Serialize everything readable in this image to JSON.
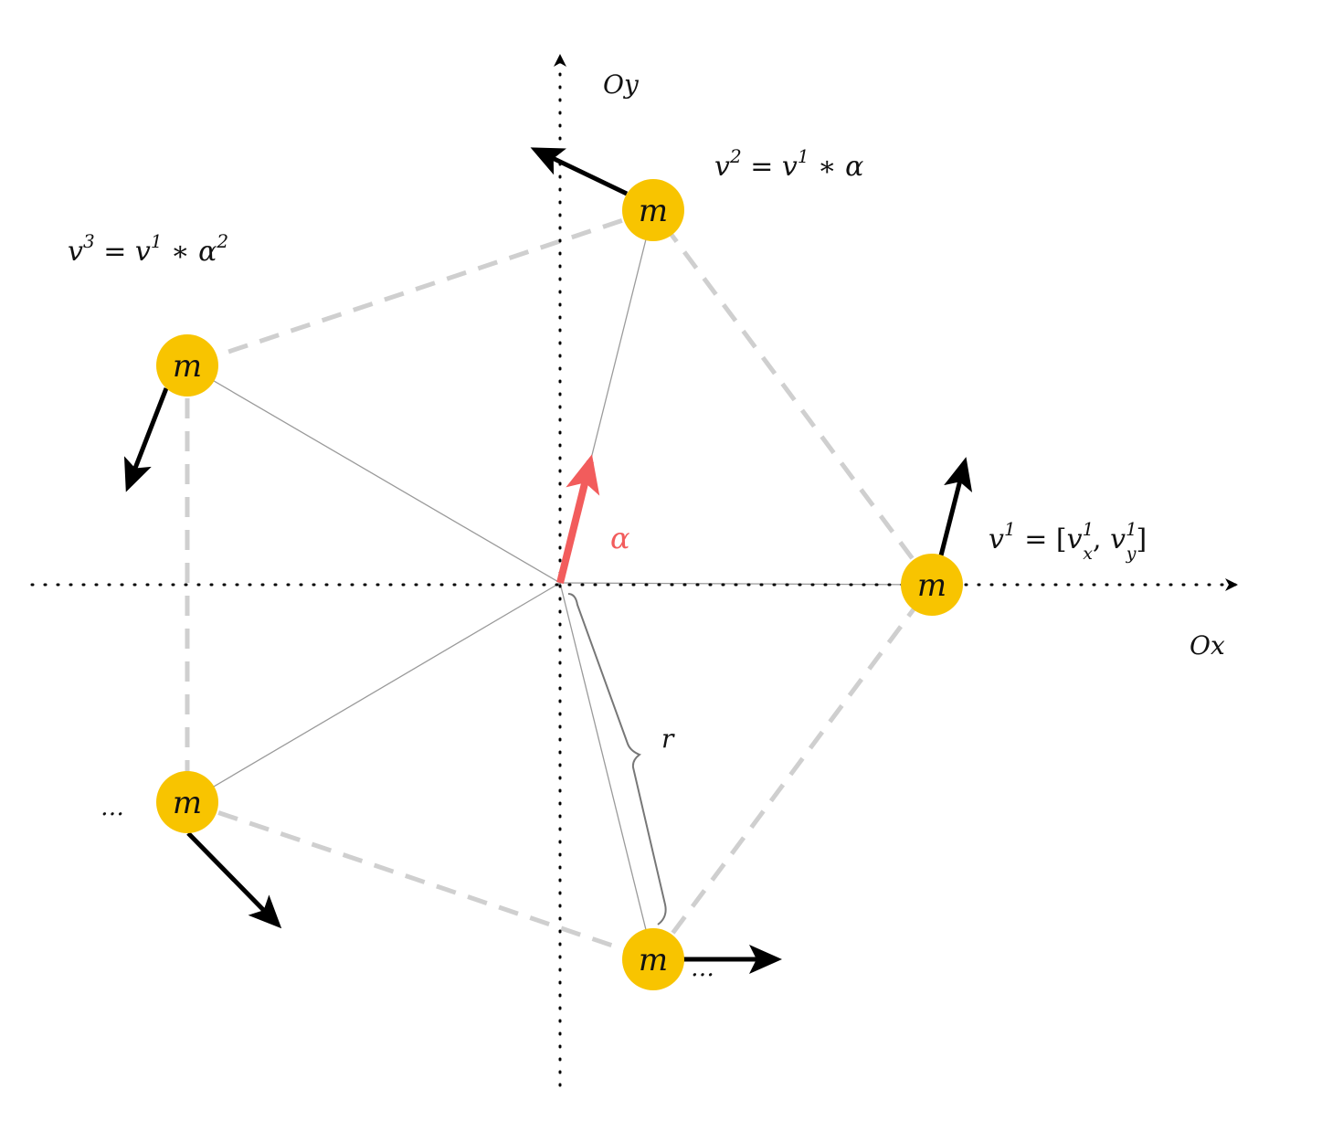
{
  "axes": {
    "x_label": "Ox",
    "y_label": "Oy"
  },
  "mass_label": "m",
  "masses": [
    {
      "id": "m1",
      "label": "m"
    },
    {
      "id": "m2",
      "label": "m"
    },
    {
      "id": "m3",
      "label": "m"
    },
    {
      "id": "m4",
      "label": "m"
    },
    {
      "id": "m5",
      "label": "m"
    }
  ],
  "rotation_vector": {
    "label": "α",
    "color": "#f25c5c"
  },
  "radius_label": "r",
  "velocity_labels": {
    "v1": {
      "base": "v",
      "sup": "1",
      "text": " = [",
      "vx_base": "v",
      "vx_sup": "1",
      "vx_sub": "x",
      "sep": ", ",
      "vy_base": "v",
      "vy_sup": "1",
      "vy_sub": "y",
      "close": "]"
    },
    "v2": {
      "base": "v",
      "sup": "2",
      "eq": " = ",
      "base2": "v",
      "sup2": "1",
      "op": " ∗ ",
      "tail": "α"
    },
    "v3": {
      "base": "v",
      "sup": "3",
      "eq": " = ",
      "base2": "v",
      "sup2": "1",
      "op": " ∗ ",
      "tail": "α",
      "tail_sup": "2"
    }
  },
  "ellipsis": "…",
  "colors": {
    "mass": "#f8c400",
    "arrow": "#000000",
    "dashed": "#cfcfcf",
    "spoke": "#9a9a9a",
    "axis": "#000000"
  }
}
